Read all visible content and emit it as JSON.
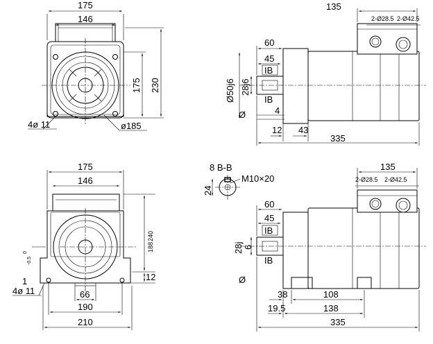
{
  "views": {
    "top_front": {
      "width_outer": "175",
      "width_inner": "146",
      "height_a": "175",
      "height_b": "230",
      "holes": "4ø 11",
      "pcd": "ø185"
    },
    "top_side": {
      "box_width": "135",
      "box_holes_a": "2-Ø28.5",
      "box_holes_b": "2-Ø42.5",
      "len_60": "60",
      "len_45": "45",
      "ib_top": "IB",
      "ib_bottom": "IB",
      "pilot": "Ø50j6",
      "shaft": "28j6",
      "slot": "4",
      "len_12": "12",
      "len_43": "43",
      "len_total": "335",
      "phi": "Ø"
    },
    "bottom_front": {
      "width_outer": "175",
      "width_inner": "146",
      "height_a": "188",
      "height_b": "240",
      "foot_h": "12",
      "holes": "4ø 11",
      "foot_center": "66",
      "foot_span": "190",
      "base_width": "210",
      "tol_text": "-0.5",
      "tol_zero": "0",
      "one": "1"
    },
    "section": {
      "label": "8 B-B",
      "thread": "M10×20",
      "depth": "24"
    },
    "bottom_side": {
      "box_width": "135",
      "box_holes_a": "2-Ø28.5",
      "box_holes_b": "2-Ø42.5",
      "len_60": "60",
      "len_45": "45",
      "ib_top": "IB",
      "ib_bottom": "IB",
      "shaft": "28j",
      "key": "6",
      "phi": "Ø",
      "len_38": "38",
      "len_108": "108",
      "len_19_5": "19.5",
      "len_138": "138",
      "len_total": "335"
    }
  }
}
